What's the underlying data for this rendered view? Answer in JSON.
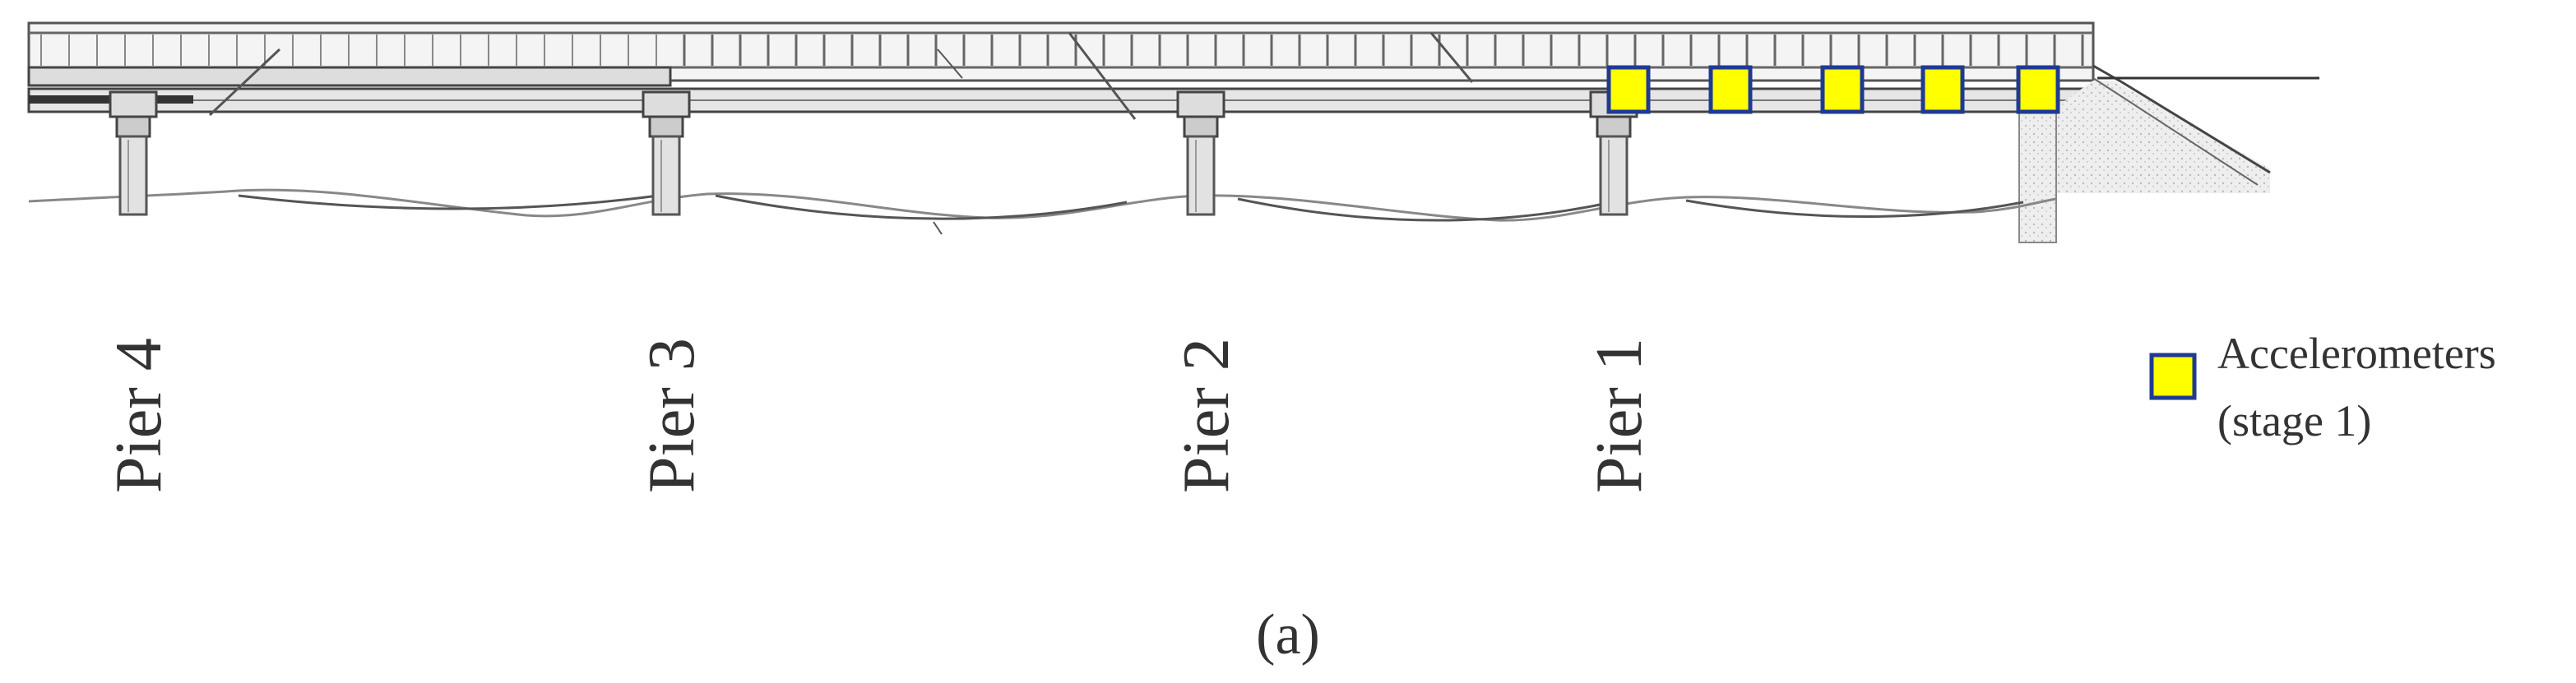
{
  "figure": {
    "panel_label": "(a)",
    "piers": [
      {
        "label": "Pier 4"
      },
      {
        "label": "Pier 3"
      },
      {
        "label": "Pier 2"
      },
      {
        "label": "Pier 1"
      }
    ],
    "legend": {
      "line1": "Accelerometers",
      "line2": "(stage 1)",
      "marker_color": "#ffff00",
      "marker_border": "#1f3a93"
    },
    "sensor_count": 5
  }
}
